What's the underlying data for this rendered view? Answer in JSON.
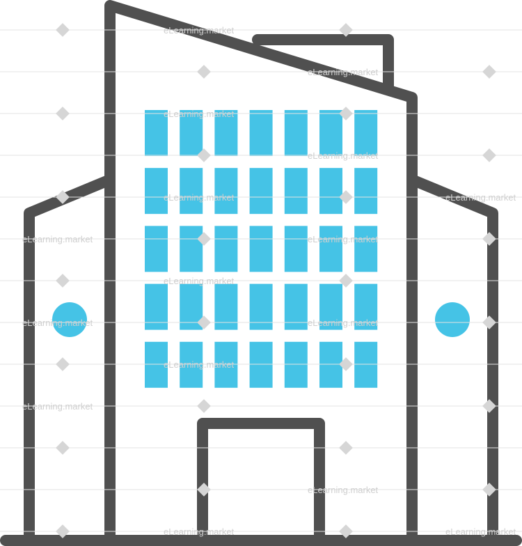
{
  "illustration": {
    "subject": "office-building-icon",
    "colors": {
      "outline": "#505050",
      "window": "#45c3e6",
      "wall": "#ffffff",
      "porthole": "#45c3e6"
    },
    "window_grid": {
      "rows": 5,
      "columns": 7
    }
  },
  "watermark": {
    "text": "eLearning.market"
  }
}
